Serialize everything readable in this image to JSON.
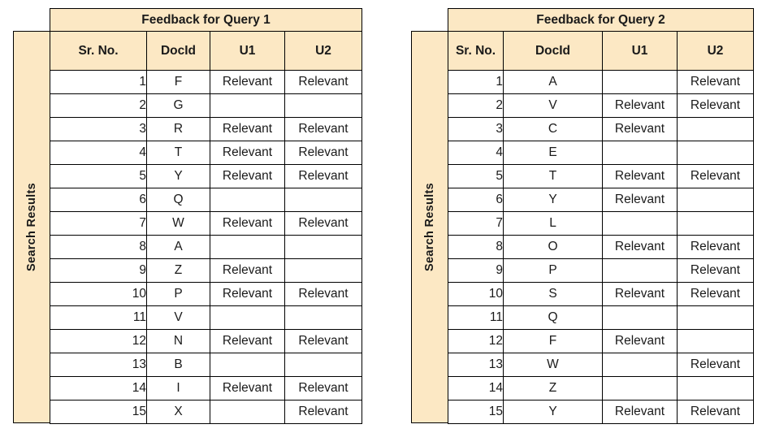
{
  "tables": [
    {
      "id": "query-1",
      "title": "Feedback for Query 1",
      "side_label": "Search Results",
      "columns": [
        "Sr. No.",
        "DocId",
        "U1",
        "U2"
      ],
      "rows": [
        {
          "sr": "1",
          "doc": "F",
          "u1": "Relevant",
          "u2": "Relevant"
        },
        {
          "sr": "2",
          "doc": "G",
          "u1": "",
          "u2": ""
        },
        {
          "sr": "3",
          "doc": "R",
          "u1": "Relevant",
          "u2": "Relevant"
        },
        {
          "sr": "4",
          "doc": "T",
          "u1": "Relevant",
          "u2": "Relevant"
        },
        {
          "sr": "5",
          "doc": "Y",
          "u1": "Relevant",
          "u2": "Relevant"
        },
        {
          "sr": "6",
          "doc": "Q",
          "u1": "",
          "u2": ""
        },
        {
          "sr": "7",
          "doc": "W",
          "u1": "Relevant",
          "u2": "Relevant"
        },
        {
          "sr": "8",
          "doc": "A",
          "u1": "",
          "u2": ""
        },
        {
          "sr": "9",
          "doc": "Z",
          "u1": "Relevant",
          "u2": ""
        },
        {
          "sr": "10",
          "doc": "P",
          "u1": "Relevant",
          "u2": "Relevant"
        },
        {
          "sr": "11",
          "doc": "V",
          "u1": "",
          "u2": ""
        },
        {
          "sr": "12",
          "doc": "N",
          "u1": "Relevant",
          "u2": "Relevant"
        },
        {
          "sr": "13",
          "doc": "B",
          "u1": "",
          "u2": ""
        },
        {
          "sr": "14",
          "doc": "I",
          "u1": "Relevant",
          "u2": "Relevant"
        },
        {
          "sr": "15",
          "doc": "X",
          "u1": "",
          "u2": "Relevant"
        }
      ]
    },
    {
      "id": "query-2",
      "title": "Feedback for Query 2",
      "side_label": "Search Results",
      "columns": [
        "Sr. No.",
        "DocId",
        "U1",
        "U2"
      ],
      "rows": [
        {
          "sr": "1",
          "doc": "A",
          "u1": "",
          "u2": "Relevant"
        },
        {
          "sr": "2",
          "doc": "V",
          "u1": "Relevant",
          "u2": "Relevant"
        },
        {
          "sr": "3",
          "doc": "C",
          "u1": "Relevant",
          "u2": ""
        },
        {
          "sr": "4",
          "doc": "E",
          "u1": "",
          "u2": ""
        },
        {
          "sr": "5",
          "doc": "T",
          "u1": "Relevant",
          "u2": "Relevant"
        },
        {
          "sr": "6",
          "doc": "Y",
          "u1": "Relevant",
          "u2": ""
        },
        {
          "sr": "7",
          "doc": "L",
          "u1": "",
          "u2": ""
        },
        {
          "sr": "8",
          "doc": "O",
          "u1": "Relevant",
          "u2": "Relevant"
        },
        {
          "sr": "9",
          "doc": "P",
          "u1": "",
          "u2": "Relevant"
        },
        {
          "sr": "10",
          "doc": "S",
          "u1": "Relevant",
          "u2": "Relevant"
        },
        {
          "sr": "11",
          "doc": "Q",
          "u1": "",
          "u2": ""
        },
        {
          "sr": "12",
          "doc": "F",
          "u1": "Relevant",
          "u2": ""
        },
        {
          "sr": "13",
          "doc": "W",
          "u1": "",
          "u2": "Relevant"
        },
        {
          "sr": "14",
          "doc": "Z",
          "u1": "",
          "u2": ""
        },
        {
          "sr": "15",
          "doc": "Y",
          "u1": "Relevant",
          "u2": "Relevant"
        }
      ]
    }
  ],
  "colors": {
    "header_fill": "#FCE8C4",
    "border": "#000000",
    "text": "#1a1a1a",
    "page_background": "#ffffff"
  }
}
